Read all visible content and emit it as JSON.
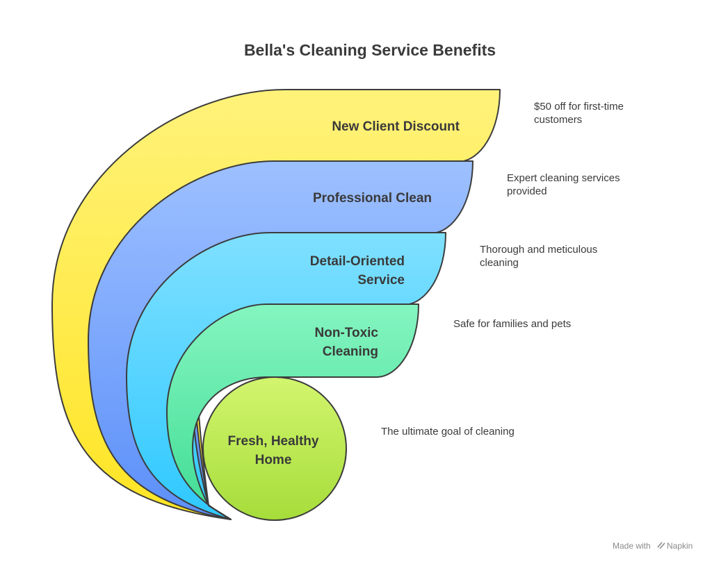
{
  "title": "Bella's Cleaning Service Benefits",
  "layers": [
    {
      "label_lines": [
        "New Client Discount"
      ],
      "description_lines": [
        "$50 off for first-time",
        "customers"
      ],
      "color_top": "#fff27a",
      "color_bottom": "#ffe524"
    },
    {
      "label_lines": [
        "Professional Clean"
      ],
      "description_lines": [
        "Expert cleaning services",
        "provided"
      ],
      "color_top": "#9dc0ff",
      "color_bottom": "#5b8ff9"
    },
    {
      "label_lines": [
        "Detail-Oriented",
        "Service"
      ],
      "description_lines": [
        "Thorough and meticulous",
        "cleaning"
      ],
      "color_top": "#7fe0ff",
      "color_bottom": "#2ec8ff"
    },
    {
      "label_lines": [
        "Non-Toxic",
        "Cleaning"
      ],
      "description_lines": [
        "Safe for families and pets"
      ],
      "color_top": "#85f5c0",
      "color_bottom": "#3fdc94"
    },
    {
      "label_lines": [
        "Fresh, Healthy",
        "Home"
      ],
      "description_lines": [
        "The ultimate goal of cleaning"
      ],
      "color_top": "#d2f56e",
      "color_bottom": "#a6dd3a"
    }
  ],
  "watermark": {
    "prefix": "Made with",
    "brand": "Napkin"
  }
}
